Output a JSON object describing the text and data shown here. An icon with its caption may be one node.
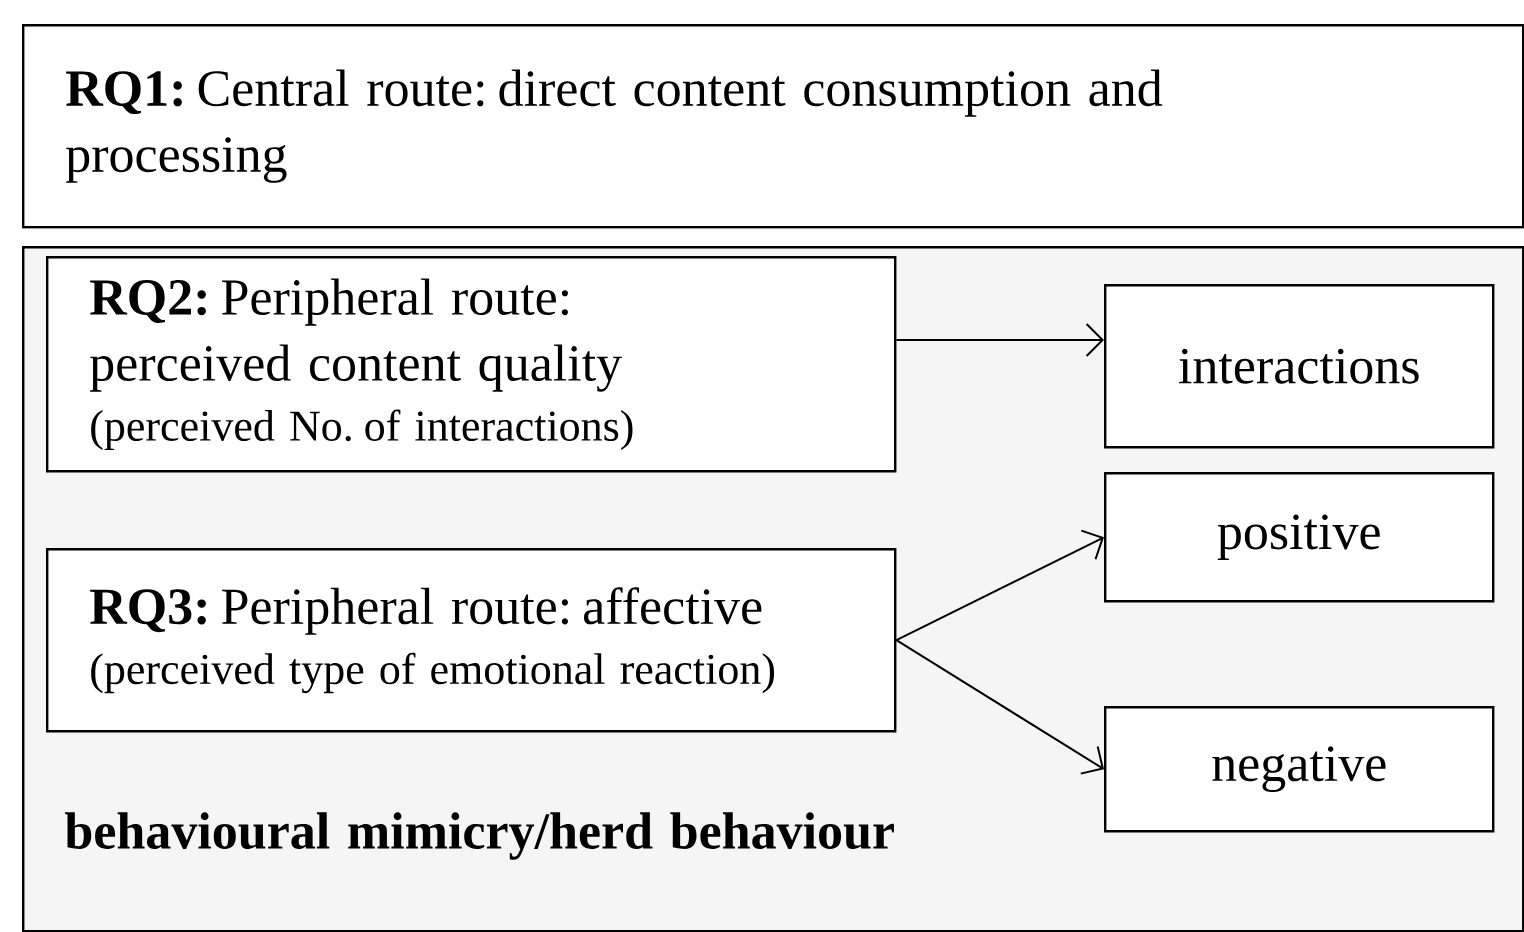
{
  "diagram": {
    "nodes": [
      {
        "text": [
          "**RQ1:** Central route: direct content consumption and processing"
        ]
      },
      {
        "text": [
          "behavioural mimicry/herd behaviour"
        ]
      },
      {
        "text": [
          "**RQ2:** Peripheral route: perceived content quality",
          "(perceived No. of interactions)"
        ],
        "in": 1
      },
      {
        "text": [
          "**RQ3:** Peripheral route: affective",
          "(perceived type of emotional reaction)"
        ],
        "in": 1
      },
      {
        "text": [
          "interactions"
        ],
        "in": 1
      },
      {
        "text": [
          "positive"
        ],
        "in": 1
      },
      {
        "text": [
          "negative"
        ],
        "in": 1
      }
    ],
    "edges": [
      {
        "from": 2,
        "to": 4,
        "arrow": "to"
      },
      {
        "from": 3,
        "to": 5,
        "arrow": "to"
      },
      {
        "from": 3,
        "to": 6,
        "arrow": "to"
      }
    ]
  }
}
